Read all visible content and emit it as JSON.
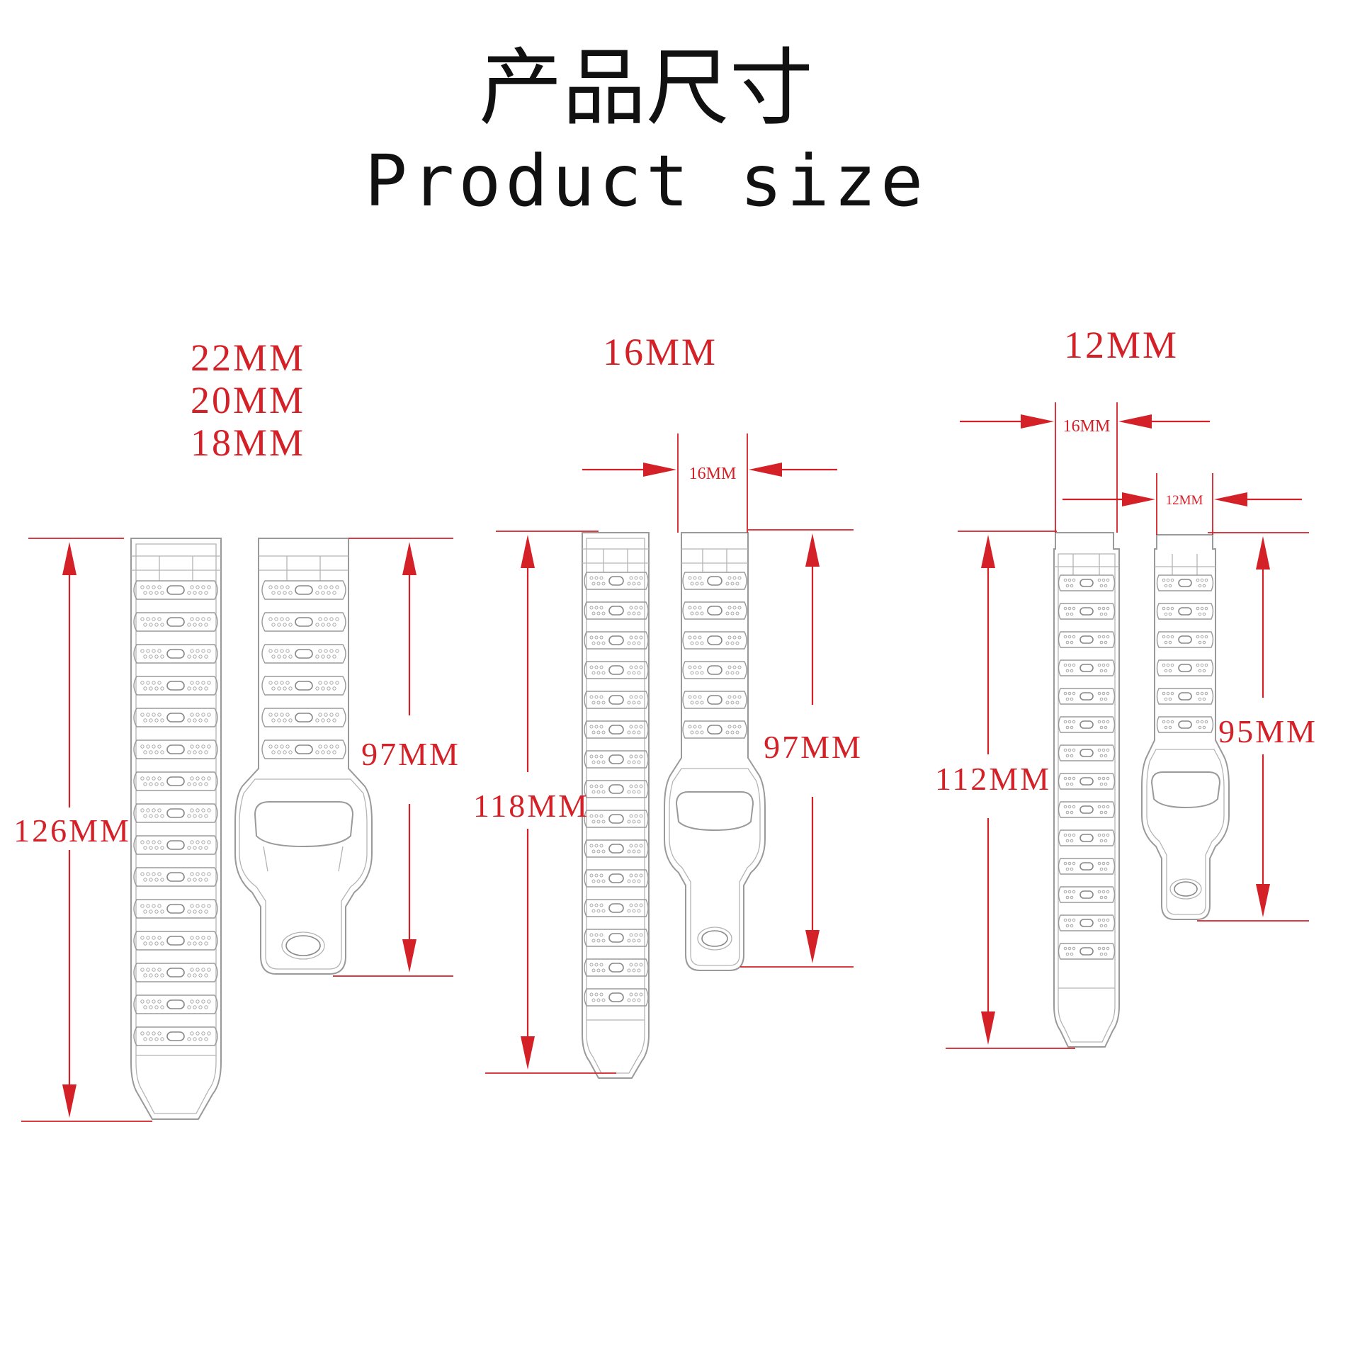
{
  "title_cn": "产品尺寸",
  "title_en": "Product size",
  "groups": [
    {
      "widths": [
        "22MM",
        "20MM",
        "18MM"
      ],
      "long_length": "126MM",
      "short_length": "97MM"
    },
    {
      "widths": [
        "16MM"
      ],
      "width_callout": "16MM",
      "long_length": "118MM",
      "short_length": "97MM"
    },
    {
      "widths": [
        "12MM"
      ],
      "width_callout_wide": "16MM",
      "width_callout_narrow": "12MM",
      "long_length": "112MM",
      "short_length": "95MM"
    }
  ],
  "colors": {
    "dimension": "#d42027",
    "outline": "#9a9a9a",
    "title": "#111111"
  }
}
